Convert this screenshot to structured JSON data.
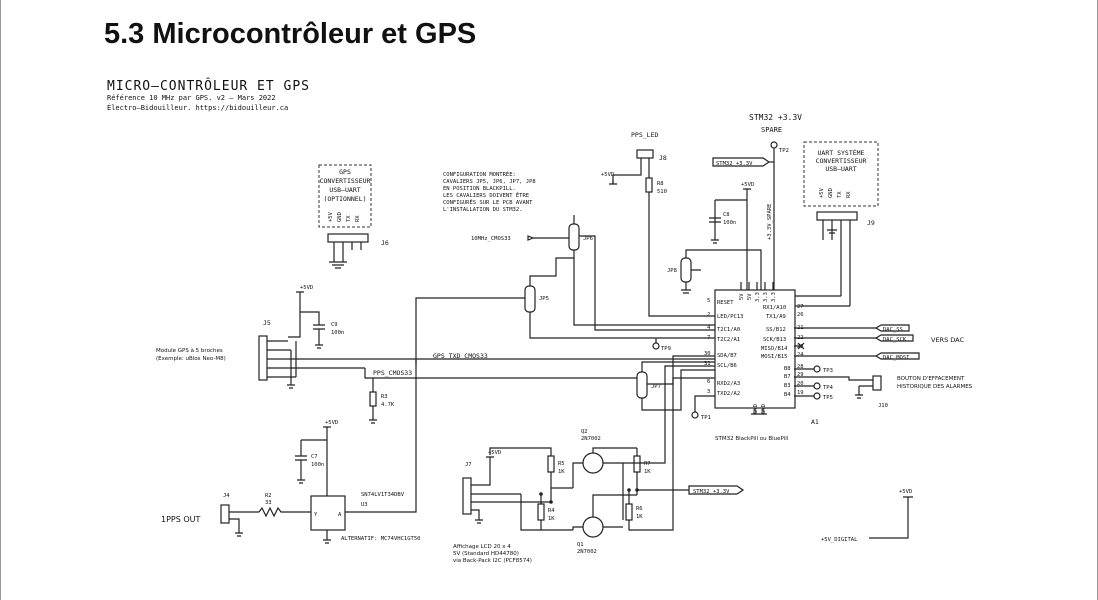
{
  "heading": "5.3 Microcontrôleur et GPS",
  "schematic": {
    "title": "MICRO–CONTRÔLEUR ET GPS",
    "subtitle": "Référence 10 MHz par GPS.  v2 – Mars 2022",
    "author": "Électro–Bidouilleur. https://bidouilleur.ca",
    "note_gps": [
      "GPS",
      "CONVERTISSEUR",
      "USB–UART",
      "(OPTIONNEL)"
    ],
    "note_gps_pins": [
      "+5V",
      "GND",
      "TX",
      "RX"
    ],
    "note_config": [
      "CONFIGURATION MONTRÉE:",
      "CAVALIERS JP5, JP6, JP7, JP8",
      "EN POSITION BLACKPILL.",
      "LES CAVALIERS DOIVENT ÊTRE",
      "CONFIGURÉS SUR LE PCB AVANT",
      "L'INSTALLATION DU STM32."
    ],
    "note_uart": [
      "UART SYSTÈME",
      "CONVERTISSEUR",
      "USB–UART"
    ],
    "note_uart_pins": [
      "+5V",
      "GND",
      "TX",
      "RX"
    ],
    "stm32_supply": "STM32 +3.3V",
    "spare": "SPARE",
    "tp2": "TP2",
    "pps_led": "PPS_LED",
    "j8": "J8",
    "r8": "R8",
    "r8_val": "510",
    "c8": "C8",
    "c8_val": "100n",
    "v5": "+5VD",
    "stm32_33_label": "STM32_+3.3V",
    "stm32_33_spare": "+3.3V_SPARE",
    "jp8": "JP8",
    "jp6": "JP6",
    "jp5": "JP5",
    "jp7": "JP7",
    "j9": "J9",
    "j6": "J6",
    "j5": "J5",
    "c9": "C9",
    "c9_val": "100n",
    "net_10mhz": "10MHz_CMOS33",
    "gps_module": "Module GPS à 5 broches",
    "gps_example": "(Exemple: uBlox Neo-M8)",
    "net_gps_txd": "GPS_TXD_CMOS33",
    "net_pps": "PPS_CMOS33",
    "r3": "R3",
    "r3_val": "4.7K",
    "u_pins_left": [
      "RESET",
      "LED/PC13",
      "T2C1/A0",
      "T2C2/A1",
      "SDA/B7",
      "SCL/B6",
      "RXD2/A3",
      "TXD2/A2"
    ],
    "u_pins_left_num": [
      "5",
      "2",
      "4",
      "7",
      "30",
      "31",
      "6",
      "3"
    ],
    "u_pins_right": [
      "RX1/A10",
      "TX1/A9",
      "SS/B12",
      "SCK/B13",
      "MISO/B14",
      "MOSI/B15",
      "B8",
      "B7",
      "B3",
      "B4"
    ],
    "u_pins_right_num": [
      "27",
      "26",
      "21",
      "22",
      "23",
      "24",
      "28",
      "29",
      "20",
      "19"
    ],
    "u_pins_top": [
      "5V",
      "5V",
      "3.3",
      "3.3",
      "3.3"
    ],
    "u_pins_bottom": [
      "GND",
      "GND"
    ],
    "a1": "A1",
    "a1_desc": "STM32 BlackPill ou BluePill",
    "tp9": "TP9",
    "tp1": "TP1",
    "tp3": "TP3",
    "tp4": "TP4",
    "tp5": "TP5",
    "dac_ss": "DAC_SS",
    "dac_sck": "DAC_SCK",
    "dac_mosi": "DAC_MOSI",
    "vers_dac": "VERS DAC",
    "reset_button": [
      "BOUTON D'EFFACEMENT",
      "HISTORIQUE DES ALARMES"
    ],
    "j10": "J10",
    "r2": "R2",
    "r2_val": "33",
    "u3": "U3",
    "u3_part": "SN74LV1T34DBV",
    "u3_alt": "ALTERNATIF: MC74VHC1GT50",
    "c7": "C7",
    "c7_val": "100n",
    "j4": "J4",
    "out_1pps": "1PPS OUT",
    "j7": "J7",
    "r5": "R5",
    "r5_val": "1K",
    "r4": "R4",
    "r4_val": "1K",
    "r7": "R7",
    "r7_val": "1K",
    "r6": "R6",
    "r6_val": "1K",
    "q2": "Q2",
    "q1": "Q1",
    "q_part": "2N7002",
    "lcd_note": [
      "Affichage LCD 20 x 4",
      "5V (Standard HD44780)",
      "via Back-Pack I2C (PCF8574)"
    ],
    "v5_digital": "+5V_DIGITAL",
    "v5_digital_flag": "+5VD"
  }
}
